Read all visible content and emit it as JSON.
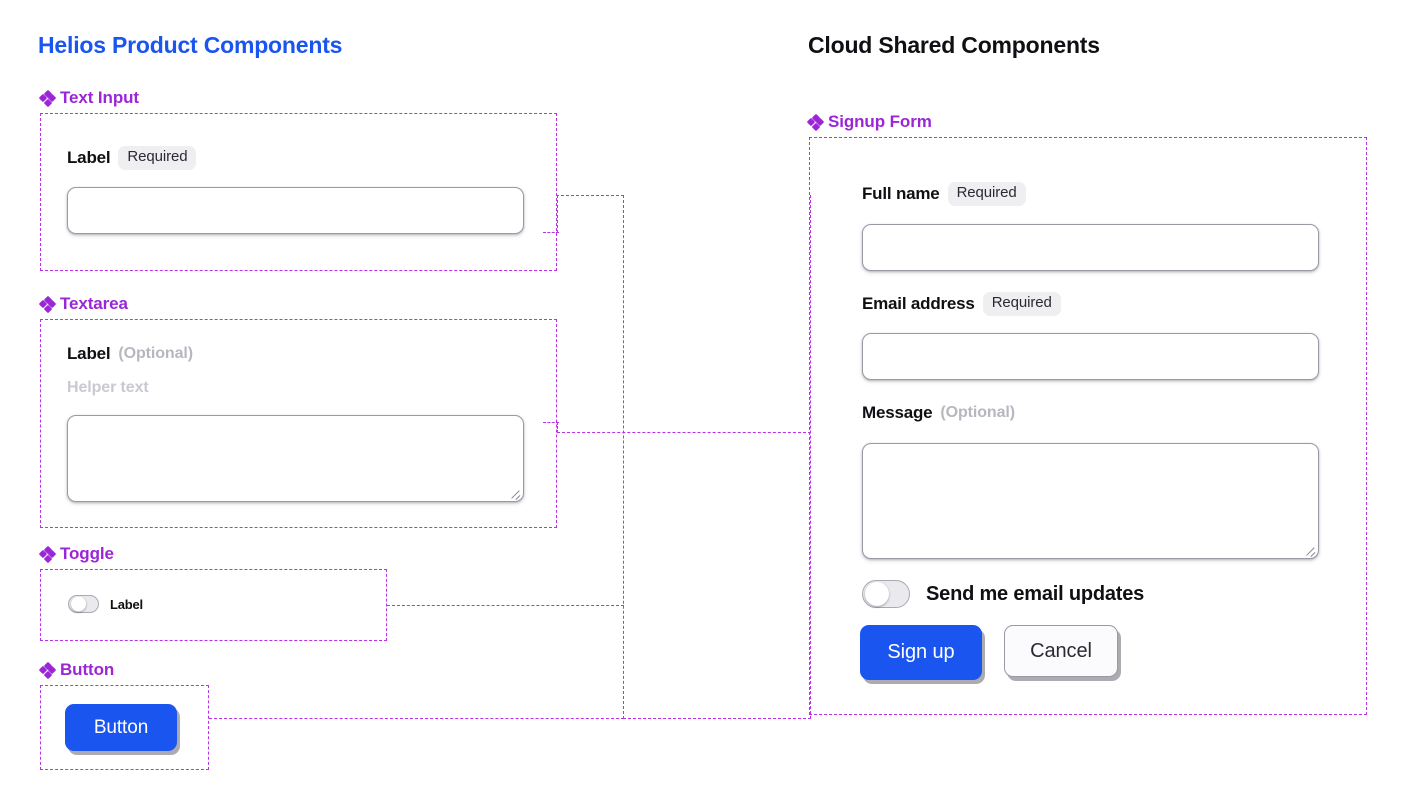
{
  "columns": {
    "left": {
      "title": "Helios Product Components",
      "color": "#1B55F0"
    },
    "right": {
      "title": "Cloud Shared Components",
      "color": "#101014"
    }
  },
  "accent": {
    "purple": "#9B26D6",
    "dashed": "#B932E8",
    "blue": "#1B55F0"
  },
  "left_sections": [
    {
      "heading": "Text Input",
      "icon": "diamond-component-icon",
      "field": {
        "label": "Label",
        "badge": "Required",
        "badge_type": "required",
        "value": "",
        "placeholder": ""
      }
    },
    {
      "heading": "Textarea",
      "icon": "diamond-component-icon",
      "field": {
        "label": "Label",
        "badge": "(Optional)",
        "badge_type": "optional",
        "helper": "Helper text",
        "value": "",
        "placeholder": ""
      }
    },
    {
      "heading": "Toggle",
      "icon": "diamond-component-icon",
      "toggle": {
        "label": "Label",
        "checked": false
      }
    },
    {
      "heading": "Button",
      "icon": "diamond-component-icon",
      "button": {
        "label": "Button",
        "variant": "primary"
      }
    }
  ],
  "signup_form": {
    "heading": "Signup Form",
    "icon": "diamond-component-icon",
    "fields": [
      {
        "label": "Full name",
        "badge": "Required",
        "badge_type": "required",
        "value": "",
        "placeholder": ""
      },
      {
        "label": "Email address",
        "badge": "Required",
        "badge_type": "required",
        "value": "",
        "placeholder": ""
      },
      {
        "label": "Message",
        "badge": "(Optional)",
        "badge_type": "optional",
        "value": "",
        "placeholder": ""
      }
    ],
    "toggle": {
      "label": "Send me email updates",
      "checked": false
    },
    "buttons": {
      "primary": "Sign up",
      "secondary": "Cancel"
    }
  }
}
